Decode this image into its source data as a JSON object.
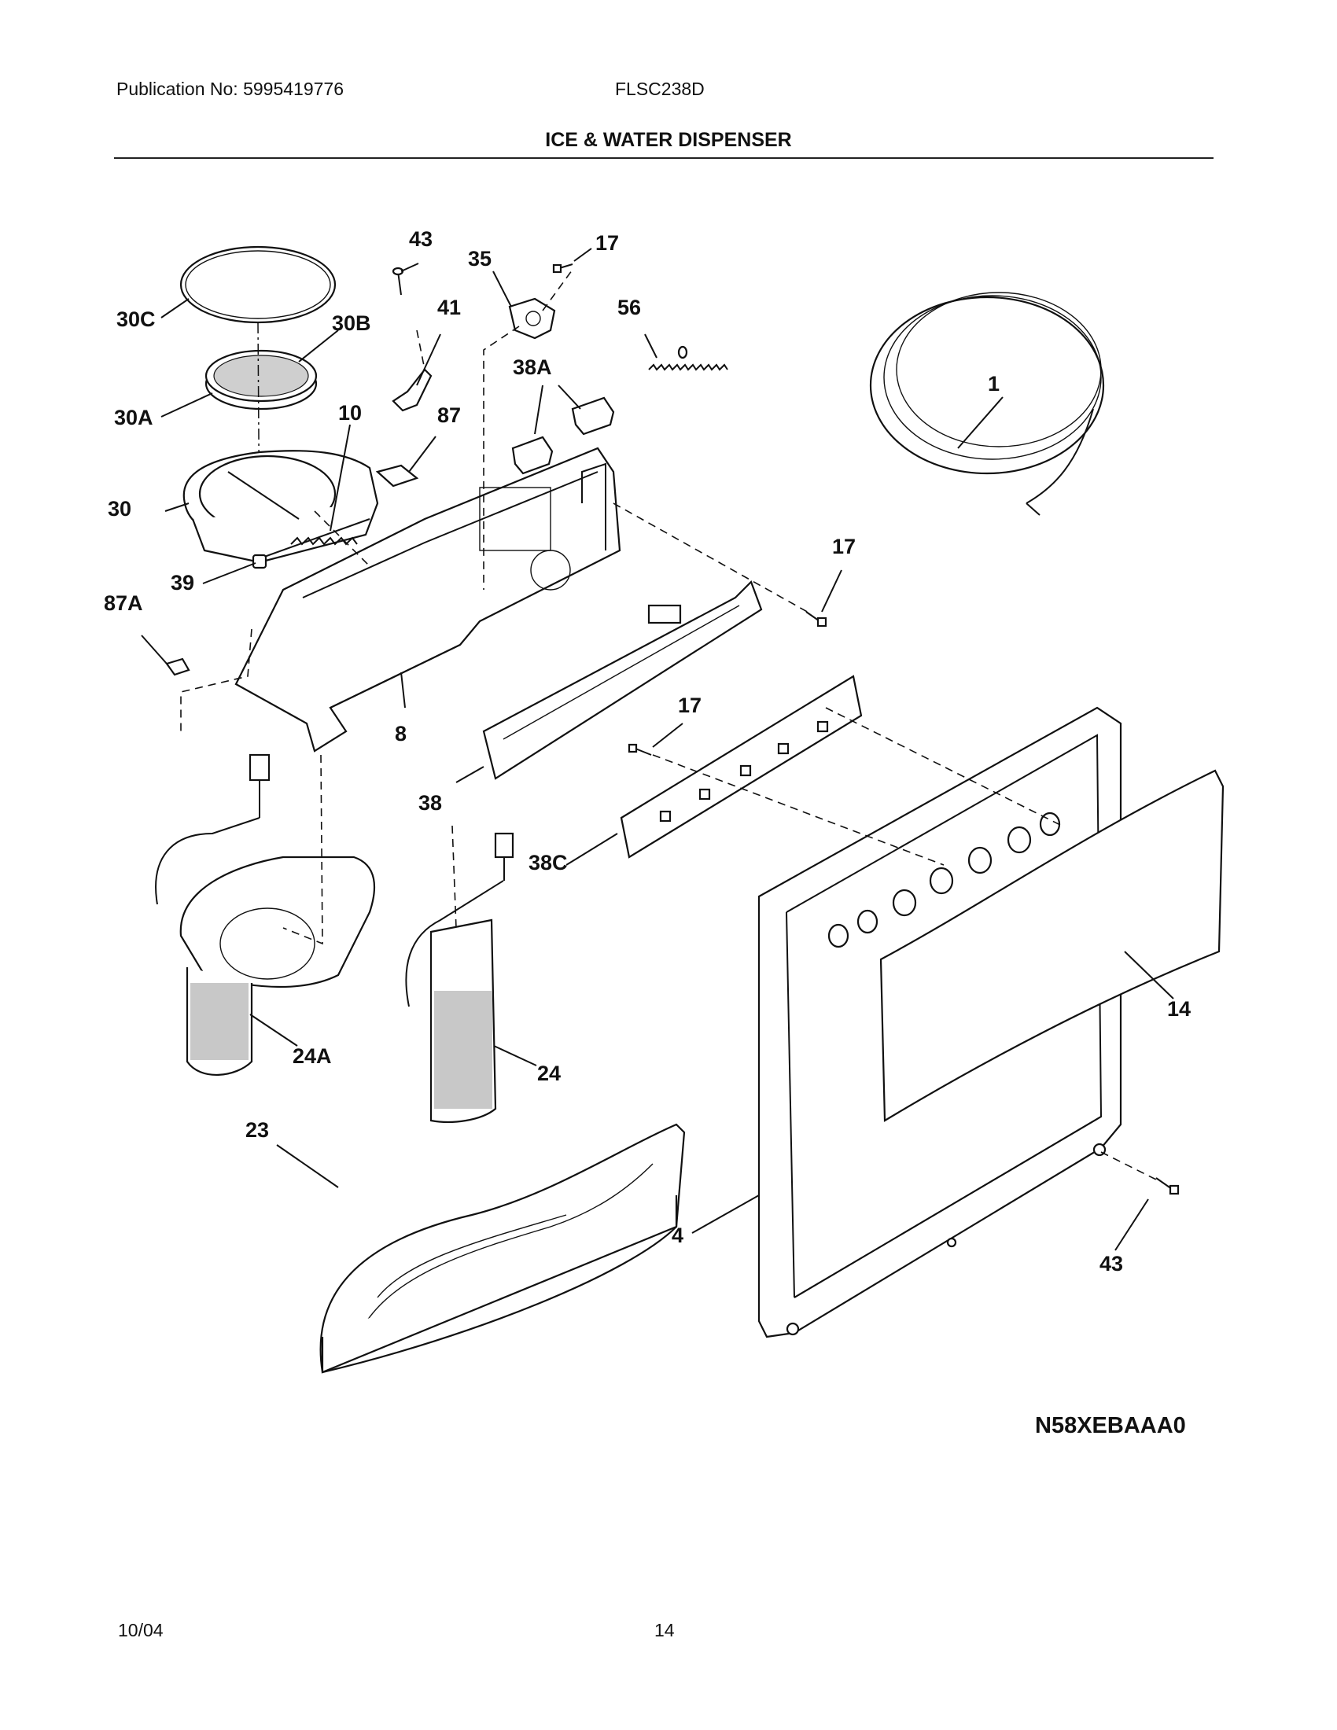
{
  "header": {
    "publication": "Publication No: 5995419776",
    "model": "FLSC238D",
    "title": "ICE & WATER DISPENSER"
  },
  "callouts": [
    {
      "id": "c43a",
      "text": "43"
    },
    {
      "id": "c35",
      "text": "35"
    },
    {
      "id": "c17a",
      "text": "17"
    },
    {
      "id": "c30c",
      "text": "30C"
    },
    {
      "id": "c30b",
      "text": "30B"
    },
    {
      "id": "c41",
      "text": "41"
    },
    {
      "id": "c56",
      "text": "56"
    },
    {
      "id": "c38a",
      "text": "38A"
    },
    {
      "id": "c30a",
      "text": "30A"
    },
    {
      "id": "c10",
      "text": "10"
    },
    {
      "id": "c87",
      "text": "87"
    },
    {
      "id": "c1",
      "text": "1"
    },
    {
      "id": "c30",
      "text": "30"
    },
    {
      "id": "c39",
      "text": "39"
    },
    {
      "id": "c17b",
      "text": "17"
    },
    {
      "id": "c87a",
      "text": "87A"
    },
    {
      "id": "c17c",
      "text": "17"
    },
    {
      "id": "c8",
      "text": "8"
    },
    {
      "id": "c38",
      "text": "38"
    },
    {
      "id": "c38c",
      "text": "38C"
    },
    {
      "id": "c24a",
      "text": "24A"
    },
    {
      "id": "c24",
      "text": "24"
    },
    {
      "id": "c14",
      "text": "14"
    },
    {
      "id": "c23",
      "text": "23"
    },
    {
      "id": "c4",
      "text": "4"
    },
    {
      "id": "c43b",
      "text": "43"
    }
  ],
  "figure_code": "N58XEBAAA0",
  "footer": {
    "date": "10/04",
    "page": "14"
  }
}
